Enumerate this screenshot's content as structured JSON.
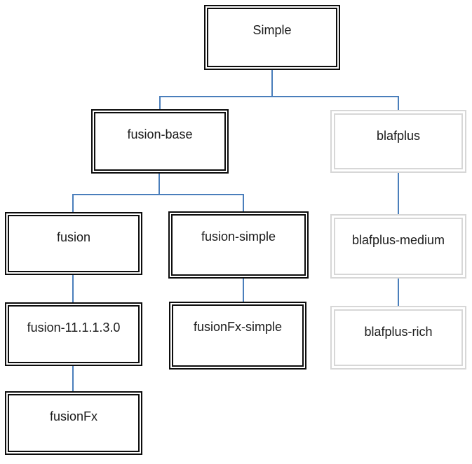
{
  "diagram": {
    "type": "tree",
    "nodes": [
      {
        "id": "simple",
        "label": "Simple",
        "variant": "dark"
      },
      {
        "id": "fusion-base",
        "label": "fusion-base",
        "variant": "dark"
      },
      {
        "id": "blafplus",
        "label": "blafplus",
        "variant": "light"
      },
      {
        "id": "fusion",
        "label": "fusion",
        "variant": "dark"
      },
      {
        "id": "fusion-simple",
        "label": "fusion-simple",
        "variant": "dark"
      },
      {
        "id": "blafplus-medium",
        "label": "blafplus-medium",
        "variant": "light"
      },
      {
        "id": "fusion-11.1.1.3.0",
        "label": "fusion-11.1.1.3.0",
        "variant": "dark"
      },
      {
        "id": "fusionFx-simple",
        "label": "fusionFx-simple",
        "variant": "dark"
      },
      {
        "id": "blafplus-rich",
        "label": "blafplus-rich",
        "variant": "light"
      },
      {
        "id": "fusionFx",
        "label": "fusionFx",
        "variant": "dark"
      }
    ],
    "edges": [
      {
        "from": "Simple",
        "to": "fusion-base"
      },
      {
        "from": "Simple",
        "to": "blafplus"
      },
      {
        "from": "fusion-base",
        "to": "fusion"
      },
      {
        "from": "fusion-base",
        "to": "fusion-simple"
      },
      {
        "from": "blafplus",
        "to": "blafplus-medium"
      },
      {
        "from": "fusion",
        "to": "fusion-11.1.1.3.0"
      },
      {
        "from": "fusion-simple",
        "to": "fusionFx-simple"
      },
      {
        "from": "blafplus-medium",
        "to": "blafplus-rich"
      },
      {
        "from": "fusion-11.1.1.3.0",
        "to": "fusionFx"
      }
    ],
    "colors": {
      "connector": "#4a7ebb",
      "node_border_dark": "#0d0d0d",
      "node_border_light": "#d7d7d7",
      "text": "#1a1a1a",
      "background": "#ffffff"
    }
  }
}
